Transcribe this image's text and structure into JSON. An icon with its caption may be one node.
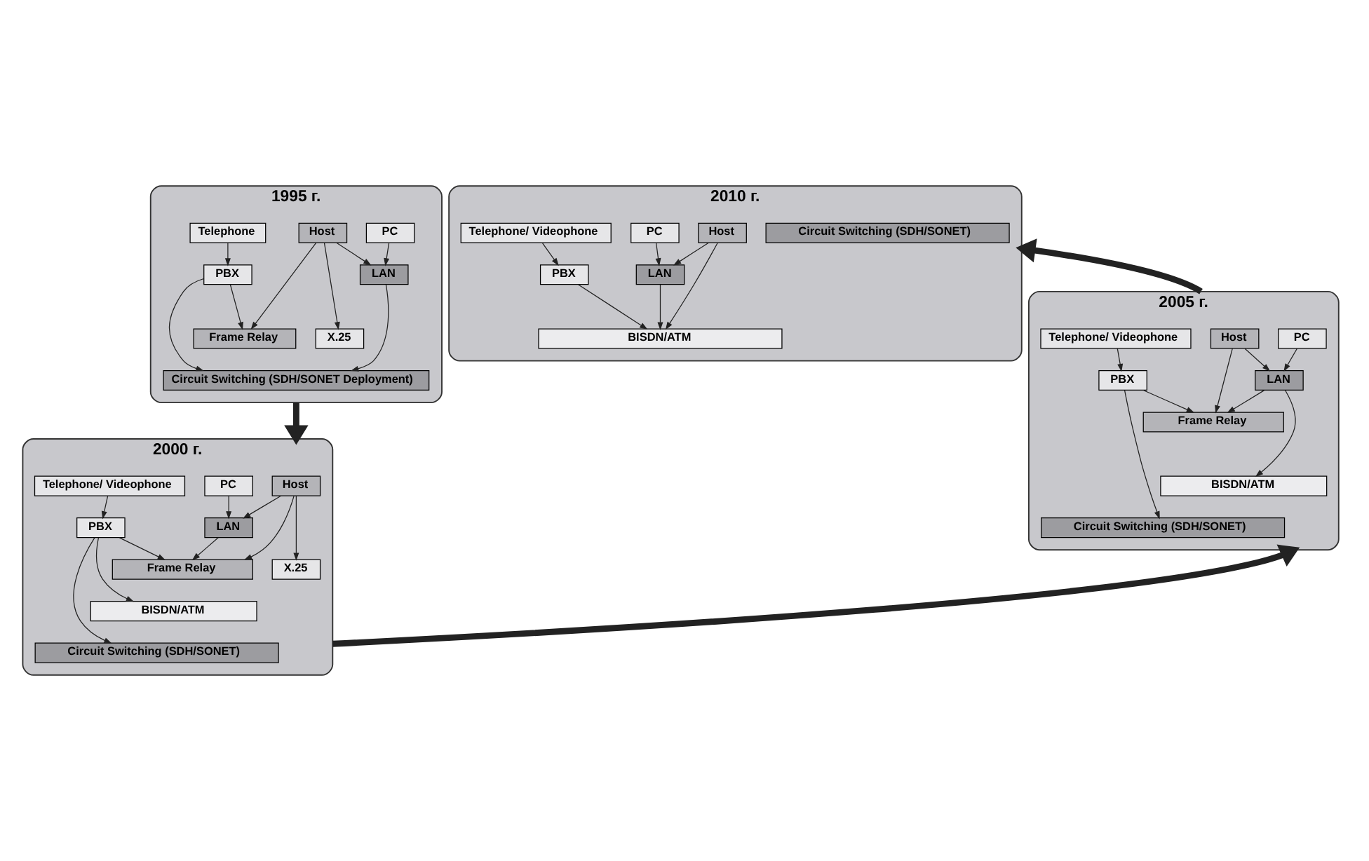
{
  "diagram": {
    "nodes": [
      {
        "text": [
          "1995 г."
        ]
      },
      {
        "text": [
          "Host"
        ],
        "in": 0
      },
      {
        "text": [
          "PC"
        ],
        "in": 0
      },
      {
        "text": [
          "Telephone"
        ],
        "in": 0
      },
      {
        "text": [
          "LAN"
        ],
        "in": 0
      },
      {
        "text": [
          "PBX"
        ],
        "in": 0
      },
      {
        "text": [
          "X.25"
        ],
        "in": 0
      },
      {
        "text": [
          "Frame Relay"
        ],
        "in": 0
      },
      {
        "text": [
          "Circuit Switching (SDH/SONET Deployment)"
        ],
        "in": 0
      },
      {
        "text": [
          "2000 г."
        ]
      },
      {
        "text": [
          "Host"
        ],
        "in": 9
      },
      {
        "text": [
          "PC"
        ],
        "in": 9
      },
      {
        "text": [
          "Telephone/ Videophone"
        ],
        "in": 9
      },
      {
        "text": [
          "LAN"
        ],
        "in": 9
      },
      {
        "text": [
          "PBX"
        ],
        "in": 9
      },
      {
        "text": [
          "X.25"
        ],
        "in": 9
      },
      {
        "text": [
          "Frame Relay"
        ],
        "in": 9
      },
      {
        "text": [
          "BISDN/ATM"
        ],
        "in": 9
      },
      {
        "text": [
          "Circuit Switching (SDH/SONET)"
        ],
        "in": 9
      },
      {
        "text": [
          "2005 г."
        ]
      },
      {
        "text": [
          "Host"
        ],
        "in": 19
      },
      {
        "text": [
          "PC"
        ],
        "in": 19
      },
      {
        "text": [
          "Telephone/ Videophone"
        ],
        "in": 19
      },
      {
        "text": [
          "LAN"
        ],
        "in": 19
      },
      {
        "text": [
          "PBX"
        ],
        "in": 19
      },
      {
        "text": [
          "Frame Relay"
        ],
        "in": 19
      },
      {
        "text": [
          "BISDN/ATM"
        ],
        "in": 19
      },
      {
        "text": [
          "Circuit Switching (SDH/SONET)"
        ],
        "in": 19
      },
      {
        "text": [
          "2010 г."
        ]
      },
      {
        "text": [
          "Host"
        ],
        "in": 28
      },
      {
        "text": [
          "PC"
        ],
        "in": 28
      },
      {
        "text": [
          "Telephone/ Videophone"
        ],
        "in": 28
      },
      {
        "text": [
          "LAN"
        ],
        "in": 28
      },
      {
        "text": [
          "PBX"
        ],
        "in": 28
      },
      {
        "text": [
          "BISDN/ATM"
        ],
        "in": 28
      },
      {
        "text": [
          "Circuit Switching (SDH/SONET)"
        ],
        "in": 28
      }
    ],
    "edges": [
      {
        "from": 1,
        "to": 4,
        "arrow": "to"
      },
      {
        "from": 1,
        "to": 6,
        "arrow": "to"
      },
      {
        "from": 1,
        "to": 7,
        "arrow": "to"
      },
      {
        "from": 2,
        "to": 4,
        "arrow": "to"
      },
      {
        "from": 3,
        "to": 5,
        "arrow": "to"
      },
      {
        "from": 5,
        "to": 7,
        "arrow": "to"
      },
      {
        "from": 4,
        "to": 8,
        "arrow": "to"
      },
      {
        "from": 5,
        "to": 8,
        "arrow": "to"
      },
      {
        "from": 10,
        "to": 13,
        "arrow": "to"
      },
      {
        "from": 10,
        "to": 15,
        "arrow": "to"
      },
      {
        "from": 10,
        "to": 16,
        "arrow": "to"
      },
      {
        "from": 11,
        "to": 13,
        "arrow": "to"
      },
      {
        "from": 12,
        "to": 14,
        "arrow": "to"
      },
      {
        "from": 14,
        "to": 16,
        "arrow": "to"
      },
      {
        "from": 13,
        "to": 16,
        "arrow": "to"
      },
      {
        "from": 14,
        "to": 17,
        "arrow": "to"
      },
      {
        "from": 14,
        "to": 18,
        "arrow": "to"
      },
      {
        "from": 20,
        "to": 23,
        "arrow": "to"
      },
      {
        "from": 20,
        "to": 25,
        "arrow": "to"
      },
      {
        "from": 21,
        "to": 23,
        "arrow": "to"
      },
      {
        "from": 22,
        "to": 24,
        "arrow": "to"
      },
      {
        "from": 24,
        "to": 25,
        "arrow": "to"
      },
      {
        "from": 23,
        "to": 25,
        "arrow": "to"
      },
      {
        "from": 23,
        "to": 26,
        "arrow": "to"
      },
      {
        "from": 24,
        "to": 27,
        "arrow": "to"
      },
      {
        "from": 29,
        "to": 32,
        "arrow": "to"
      },
      {
        "from": 29,
        "to": 34,
        "arrow": "to"
      },
      {
        "from": 30,
        "to": 32,
        "arrow": "to"
      },
      {
        "from": 31,
        "to": 33,
        "arrow": "to"
      },
      {
        "from": 32,
        "to": 34,
        "arrow": "to"
      },
      {
        "from": 33,
        "to": 34,
        "arrow": "to"
      },
      {
        "from": 0,
        "to": 9,
        "arrow": "to",
        "style": "thick"
      },
      {
        "from": 9,
        "to": 19,
        "arrow": "to",
        "style": "thick"
      },
      {
        "from": 19,
        "to": 28,
        "arrow": "to",
        "style": "thick"
      }
    ]
  }
}
